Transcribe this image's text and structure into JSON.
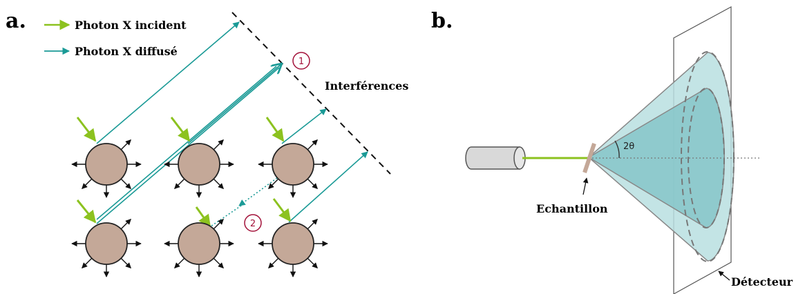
{
  "panel_a": {
    "label": "a.",
    "legend": {
      "incident": "Photon X incident",
      "scattered": "Photon X diffusé"
    },
    "interference_label": "Interférences",
    "marker_1": "1",
    "marker_2": "2"
  },
  "panel_b": {
    "label": "b.",
    "angle_label": "2θ",
    "sample_label": "Echantillon",
    "detector_label": "Détecteur"
  },
  "colors": {
    "incident": "#8cc21f",
    "scattered": "#1a9a96",
    "atom_fill": "#c4a898",
    "marker": "#a3123a",
    "cone_fill": "#b9dfe0"
  }
}
